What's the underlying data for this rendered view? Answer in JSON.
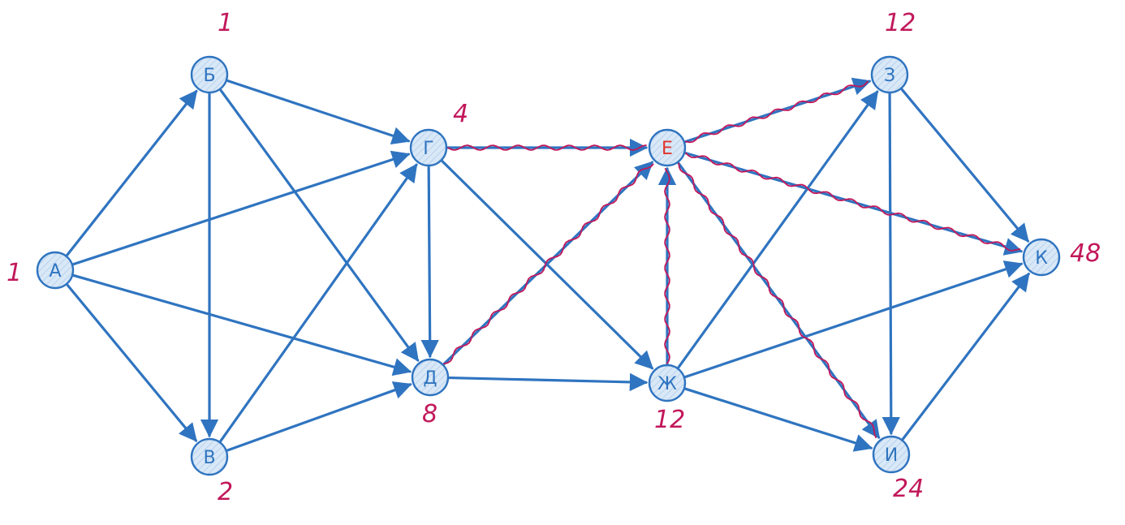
{
  "colors": {
    "edge": "#2f74c0",
    "node_fill": "#d9e8f7",
    "node_stroke": "#2f74c0",
    "node_text": "#2f74c0",
    "highlight_node_text": "#e0332b",
    "path": "#c2185b",
    "count": "#c2185b"
  },
  "nodes": [
    {
      "id": "A",
      "label": "А",
      "count": "1"
    },
    {
      "id": "B",
      "label": "Б",
      "count": "1"
    },
    {
      "id": "V",
      "label": "В",
      "count": "2"
    },
    {
      "id": "G",
      "label": "Г",
      "count": "4"
    },
    {
      "id": "D",
      "label": "Д",
      "count": "8"
    },
    {
      "id": "E",
      "label": "Е",
      "count": "",
      "highlight": true
    },
    {
      "id": "ZH",
      "label": "Ж",
      "count": "12"
    },
    {
      "id": "Z",
      "label": "З",
      "count": "12"
    },
    {
      "id": "I",
      "label": "И",
      "count": "24"
    },
    {
      "id": "K",
      "label": "К",
      "count": "48"
    }
  ],
  "edges": [
    {
      "from": "A",
      "to": "B"
    },
    {
      "from": "A",
      "to": "V"
    },
    {
      "from": "A",
      "to": "G"
    },
    {
      "from": "A",
      "to": "D"
    },
    {
      "from": "B",
      "to": "V"
    },
    {
      "from": "B",
      "to": "G"
    },
    {
      "from": "B",
      "to": "D"
    },
    {
      "from": "V",
      "to": "G"
    },
    {
      "from": "V",
      "to": "D"
    },
    {
      "from": "G",
      "to": "D"
    },
    {
      "from": "G",
      "to": "E",
      "highlight": true
    },
    {
      "from": "G",
      "to": "ZH"
    },
    {
      "from": "D",
      "to": "E",
      "highlight": true
    },
    {
      "from": "D",
      "to": "ZH"
    },
    {
      "from": "ZH",
      "to": "E",
      "highlight": true
    },
    {
      "from": "E",
      "to": "Z",
      "highlight": true
    },
    {
      "from": "E",
      "to": "K",
      "highlight": true
    },
    {
      "from": "E",
      "to": "I",
      "highlight": true
    },
    {
      "from": "ZH",
      "to": "Z"
    },
    {
      "from": "ZH",
      "to": "K"
    },
    {
      "from": "ZH",
      "to": "I"
    },
    {
      "from": "Z",
      "to": "I"
    },
    {
      "from": "Z",
      "to": "K"
    },
    {
      "from": "I",
      "to": "K"
    }
  ]
}
